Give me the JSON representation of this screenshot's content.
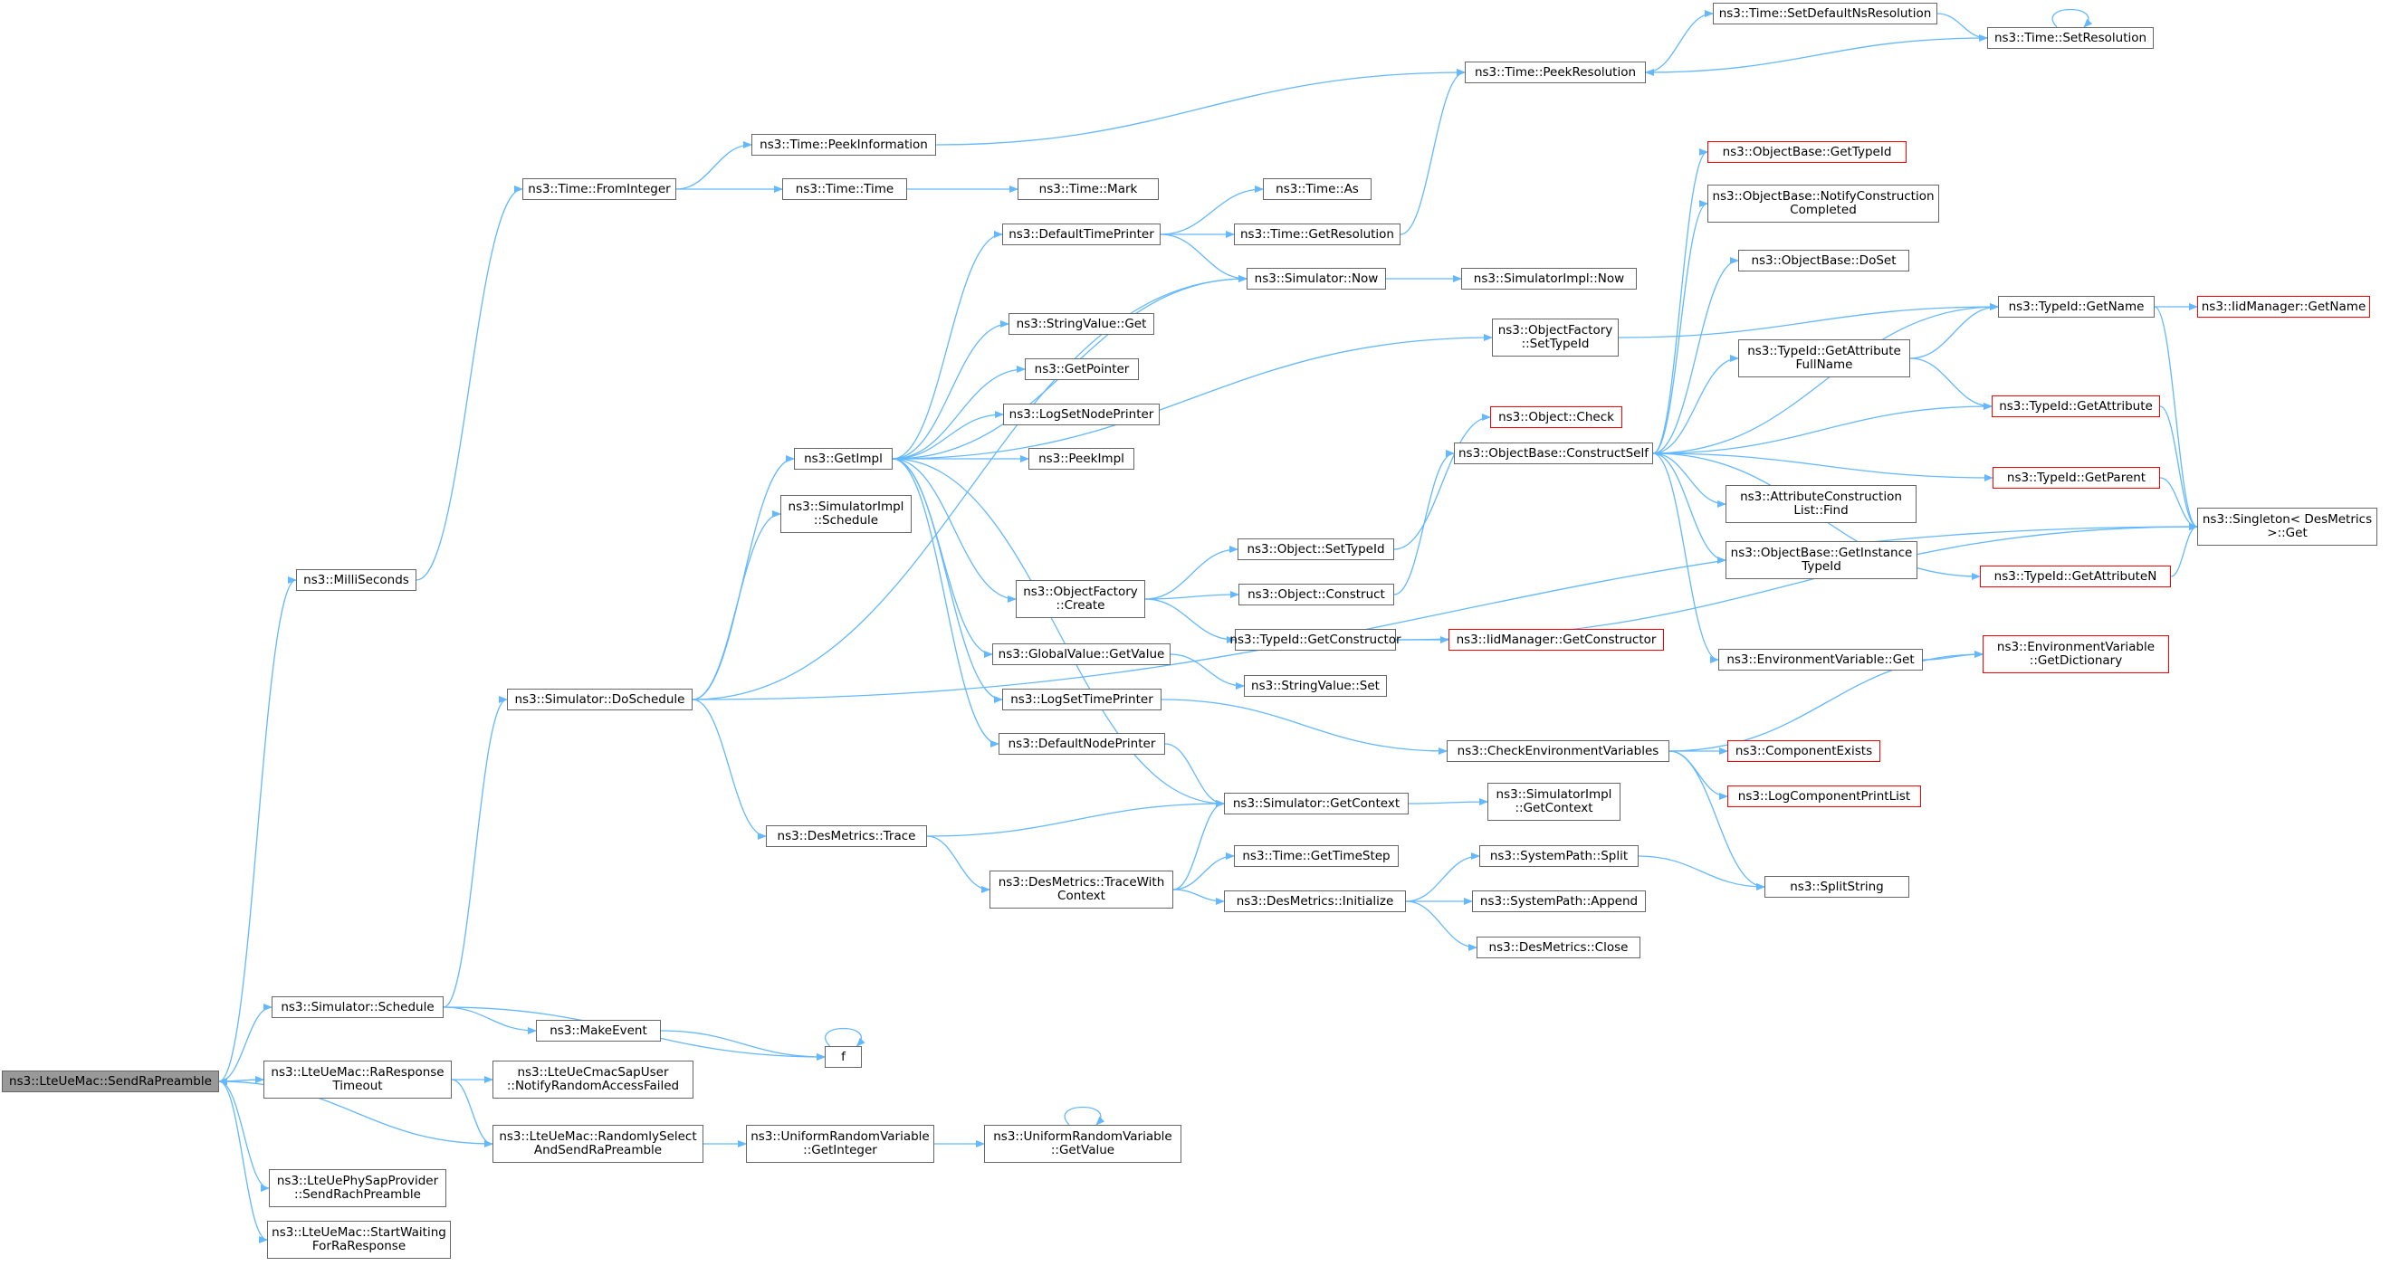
{
  "colors": {
    "edge": "#63b8ff",
    "node_border": "#666666",
    "truncated_border": "#ff0000",
    "root_fill": "#999999"
  },
  "nodes": [
    {
      "id": "sendRaPreamble",
      "lines": [
        "ns3::LteUeMac::SendRaPreamble"
      ],
      "root": true
    },
    {
      "id": "milliSeconds",
      "lines": [
        "ns3::MilliSeconds"
      ]
    },
    {
      "id": "fromInteger",
      "lines": [
        "ns3::Time::FromInteger"
      ]
    },
    {
      "id": "peekInformation",
      "lines": [
        "ns3::Time::PeekInformation"
      ]
    },
    {
      "id": "timeTime",
      "lines": [
        "ns3::Time::Time"
      ]
    },
    {
      "id": "timeMark",
      "lines": [
        "ns3::Time::Mark"
      ]
    },
    {
      "id": "peekResolution",
      "lines": [
        "ns3::Time::PeekResolution"
      ]
    },
    {
      "id": "setDefaultNsRes",
      "lines": [
        "ns3::Time::SetDefaultNsResolution"
      ]
    },
    {
      "id": "setResolution",
      "lines": [
        "ns3::Time::SetResolution"
      ]
    },
    {
      "id": "defaultTimePrinter",
      "lines": [
        "ns3::DefaultTimePrinter"
      ]
    },
    {
      "id": "timeAs",
      "lines": [
        "ns3::Time::As"
      ]
    },
    {
      "id": "getResolution",
      "lines": [
        "ns3::Time::GetResolution"
      ]
    },
    {
      "id": "simulatorNow",
      "lines": [
        "ns3::Simulator::Now"
      ]
    },
    {
      "id": "simImplNow",
      "lines": [
        "ns3::SimulatorImpl::Now"
      ]
    },
    {
      "id": "stringValueGet",
      "lines": [
        "ns3::StringValue::Get"
      ]
    },
    {
      "id": "getPointer",
      "lines": [
        "ns3::GetPointer"
      ]
    },
    {
      "id": "logSetNodePrinter",
      "lines": [
        "ns3::LogSetNodePrinter"
      ]
    },
    {
      "id": "peekImpl",
      "lines": [
        "ns3::PeekImpl"
      ]
    },
    {
      "id": "getImpl",
      "lines": [
        "ns3::GetImpl"
      ]
    },
    {
      "id": "simImplSchedule",
      "lines": [
        "ns3::SimulatorImpl",
        "::Schedule"
      ]
    },
    {
      "id": "objectFactoryCreate",
      "lines": [
        "ns3::ObjectFactory",
        "::Create"
      ]
    },
    {
      "id": "objectSetTypeId",
      "lines": [
        "ns3::Object::SetTypeId"
      ]
    },
    {
      "id": "objectConstruct",
      "lines": [
        "ns3::Object::Construct"
      ]
    },
    {
      "id": "typeIdGetConstructor",
      "lines": [
        "ns3::TypeId::GetConstructor"
      ]
    },
    {
      "id": "iidGetConstructor",
      "lines": [
        "ns3::IidManager::GetConstructor"
      ],
      "truncated": true
    },
    {
      "id": "globalValueGetValue",
      "lines": [
        "ns3::GlobalValue::GetValue"
      ]
    },
    {
      "id": "stringValueSet",
      "lines": [
        "ns3::StringValue::Set"
      ]
    },
    {
      "id": "logSetTimePrinter",
      "lines": [
        "ns3::LogSetTimePrinter"
      ]
    },
    {
      "id": "defaultNodePrinter",
      "lines": [
        "ns3::DefaultNodePrinter"
      ]
    },
    {
      "id": "simDoSchedule",
      "lines": [
        "ns3::Simulator::DoSchedule"
      ]
    },
    {
      "id": "simGetContext",
      "lines": [
        "ns3::Simulator::GetContext"
      ]
    },
    {
      "id": "simImplGetContext",
      "lines": [
        "ns3::SimulatorImpl",
        "::GetContext"
      ]
    },
    {
      "id": "desTrace",
      "lines": [
        "ns3::DesMetrics::Trace"
      ]
    },
    {
      "id": "desTraceWithContext",
      "lines": [
        "ns3::DesMetrics::TraceWith",
        "Context"
      ]
    },
    {
      "id": "timeGetTimeStep",
      "lines": [
        "ns3::Time::GetTimeStep"
      ]
    },
    {
      "id": "desInitialize",
      "lines": [
        "ns3::DesMetrics::Initialize"
      ]
    },
    {
      "id": "sysPathSplit",
      "lines": [
        "ns3::SystemPath::Split"
      ]
    },
    {
      "id": "sysPathAppend",
      "lines": [
        "ns3::SystemPath::Append"
      ]
    },
    {
      "id": "desClose",
      "lines": [
        "ns3::DesMetrics::Close"
      ]
    },
    {
      "id": "splitString",
      "lines": [
        "ns3::SplitString"
      ]
    },
    {
      "id": "objectFactorySetTypeId",
      "lines": [
        "ns3::ObjectFactory",
        "::SetTypeId"
      ]
    },
    {
      "id": "objectCheck",
      "lines": [
        "ns3::Object::Check"
      ],
      "truncated": true
    },
    {
      "id": "constructSelf",
      "lines": [
        "ns3::ObjectBase::ConstructSelf"
      ]
    },
    {
      "id": "objectBaseGetTypeId",
      "lines": [
        "ns3::ObjectBase::GetTypeId"
      ],
      "truncated": true
    },
    {
      "id": "notifyConstruction",
      "lines": [
        "ns3::ObjectBase::NotifyConstruction",
        "Completed"
      ]
    },
    {
      "id": "objectBaseDoSet",
      "lines": [
        "ns3::ObjectBase::DoSet"
      ]
    },
    {
      "id": "getAttributeFullName",
      "lines": [
        "ns3::TypeId::GetAttribute",
        "FullName"
      ]
    },
    {
      "id": "attrConstructionFind",
      "lines": [
        "ns3::AttributeConstruction",
        "List::Find"
      ]
    },
    {
      "id": "getInstanceTypeId",
      "lines": [
        "ns3::ObjectBase::GetInstance",
        "TypeId"
      ]
    },
    {
      "id": "envVarGet",
      "lines": [
        "ns3::EnvironmentVariable::Get"
      ]
    },
    {
      "id": "checkEnvVars",
      "lines": [
        "ns3::CheckEnvironmentVariables"
      ]
    },
    {
      "id": "componentExists",
      "lines": [
        "ns3::ComponentExists"
      ],
      "truncated": true
    },
    {
      "id": "logComponentPrintList",
      "lines": [
        "ns3::LogComponentPrintList"
      ],
      "truncated": true
    },
    {
      "id": "typeIdGetName",
      "lines": [
        "ns3::TypeId::GetName"
      ]
    },
    {
      "id": "iidGetName",
      "lines": [
        "ns3::IidManager::GetName"
      ],
      "truncated": true
    },
    {
      "id": "typeIdGetAttribute",
      "lines": [
        "ns3::TypeId::GetAttribute"
      ],
      "truncated": true
    },
    {
      "id": "typeIdGetParent",
      "lines": [
        "ns3::TypeId::GetParent"
      ],
      "truncated": true
    },
    {
      "id": "typeIdGetAttributeN",
      "lines": [
        "ns3::TypeId::GetAttributeN"
      ],
      "truncated": true
    },
    {
      "id": "envVarGetDictionary",
      "lines": [
        "ns3::EnvironmentVariable",
        "::GetDictionary"
      ],
      "truncated": true
    },
    {
      "id": "singletonGet",
      "lines": [
        "ns3::Singleton< DesMetrics",
        ">::Get"
      ]
    },
    {
      "id": "simSchedule",
      "lines": [
        "ns3::Simulator::Schedule"
      ]
    },
    {
      "id": "makeEvent",
      "lines": [
        "ns3::MakeEvent"
      ]
    },
    {
      "id": "f",
      "lines": [
        "f"
      ]
    },
    {
      "id": "raResponseTimeout",
      "lines": [
        "ns3::LteUeMac::RaResponse",
        "Timeout"
      ]
    },
    {
      "id": "notifyRandomAccessFailed",
      "lines": [
        "ns3::LteUeCmacSapUser",
        "::NotifyRandomAccessFailed"
      ]
    },
    {
      "id": "randomlySelect",
      "lines": [
        "ns3::LteUeMac::RandomlySelect",
        "AndSendRaPreamble"
      ]
    },
    {
      "id": "uniformGetInteger",
      "lines": [
        "ns3::UniformRandomVariable",
        "::GetInteger"
      ]
    },
    {
      "id": "uniformGetValue",
      "lines": [
        "ns3::UniformRandomVariable",
        "::GetValue"
      ]
    },
    {
      "id": "sendRachPreamble",
      "lines": [
        "ns3::LteUePhySapProvider",
        "::SendRachPreamble"
      ]
    },
    {
      "id": "startWaiting",
      "lines": [
        "ns3::LteUeMac::StartWaiting",
        "ForRaResponse"
      ]
    }
  ],
  "edges": [
    [
      "sendRaPreamble",
      "milliSeconds"
    ],
    [
      "sendRaPreamble",
      "simSchedule"
    ],
    [
      "sendRaPreamble",
      "raResponseTimeout"
    ],
    [
      "sendRaPreamble",
      "sendRachPreamble"
    ],
    [
      "sendRaPreamble",
      "startWaiting"
    ],
    [
      "raResponseTimeout",
      "sendRaPreamble"
    ],
    [
      "randomlySelect",
      "sendRaPreamble"
    ],
    [
      "raResponseTimeout",
      "notifyRandomAccessFailed"
    ],
    [
      "raResponseTimeout",
      "randomlySelect"
    ],
    [
      "randomlySelect",
      "uniformGetInteger"
    ],
    [
      "uniformGetInteger",
      "uniformGetValue"
    ],
    [
      "uniformGetValue",
      "uniformGetValue"
    ],
    [
      "simSchedule",
      "simDoSchedule"
    ],
    [
      "simSchedule",
      "makeEvent"
    ],
    [
      "simSchedule",
      "f"
    ],
    [
      "makeEvent",
      "f"
    ],
    [
      "f",
      "f"
    ],
    [
      "milliSeconds",
      "fromInteger"
    ],
    [
      "fromInteger",
      "peekInformation"
    ],
    [
      "fromInteger",
      "timeTime"
    ],
    [
      "timeTime",
      "timeMark"
    ],
    [
      "peekInformation",
      "peekResolution"
    ],
    [
      "peekResolution",
      "setDefaultNsRes"
    ],
    [
      "setDefaultNsRes",
      "setResolution"
    ],
    [
      "setResolution",
      "peekResolution"
    ],
    [
      "setResolution",
      "setResolution"
    ],
    [
      "simDoSchedule",
      "getImpl"
    ],
    [
      "simDoSchedule",
      "simImplSchedule"
    ],
    [
      "simDoSchedule",
      "simulatorNow"
    ],
    [
      "simDoSchedule",
      "desTrace"
    ],
    [
      "simDoSchedule",
      "singletonGet"
    ],
    [
      "getImpl",
      "defaultTimePrinter"
    ],
    [
      "getImpl",
      "simulatorNow"
    ],
    [
      "getImpl",
      "stringValueGet"
    ],
    [
      "getImpl",
      "getPointer"
    ],
    [
      "getImpl",
      "logSetNodePrinter"
    ],
    [
      "getImpl",
      "peekImpl"
    ],
    [
      "getImpl",
      "objectFactoryCreate"
    ],
    [
      "getImpl",
      "globalValueGetValue"
    ],
    [
      "getImpl",
      "logSetTimePrinter"
    ],
    [
      "getImpl",
      "defaultNodePrinter"
    ],
    [
      "getImpl",
      "simGetContext"
    ],
    [
      "getImpl",
      "objectFactorySetTypeId"
    ],
    [
      "defaultTimePrinter",
      "timeAs"
    ],
    [
      "defaultTimePrinter",
      "getResolution"
    ],
    [
      "defaultTimePrinter",
      "simulatorNow"
    ],
    [
      "getResolution",
      "peekResolution"
    ],
    [
      "simulatorNow",
      "simImplNow"
    ],
    [
      "objectFactoryCreate",
      "objectSetTypeId"
    ],
    [
      "objectFactoryCreate",
      "objectConstruct"
    ],
    [
      "objectFactoryCreate",
      "typeIdGetConstructor"
    ],
    [
      "objectSetTypeId",
      "objectCheck"
    ],
    [
      "objectConstruct",
      "constructSelf"
    ],
    [
      "typeIdGetConstructor",
      "iidGetConstructor"
    ],
    [
      "typeIdGetConstructor",
      "singletonGet"
    ],
    [
      "globalValueGetValue",
      "stringValueSet"
    ],
    [
      "logSetTimePrinter",
      "checkEnvVars"
    ],
    [
      "defaultNodePrinter",
      "simGetContext"
    ],
    [
      "desTrace",
      "simGetContext"
    ],
    [
      "desTrace",
      "desTraceWithContext"
    ],
    [
      "simGetContext",
      "simImplGetContext"
    ],
    [
      "desTraceWithContext",
      "simGetContext"
    ],
    [
      "desTraceWithContext",
      "timeGetTimeStep"
    ],
    [
      "desTraceWithContext",
      "desInitialize"
    ],
    [
      "desInitialize",
      "sysPathSplit"
    ],
    [
      "desInitialize",
      "sysPathAppend"
    ],
    [
      "desInitialize",
      "desClose"
    ],
    [
      "sysPathSplit",
      "splitString"
    ],
    [
      "objectFactorySetTypeId",
      "typeIdGetName"
    ],
    [
      "constructSelf",
      "objectBaseGetTypeId"
    ],
    [
      "constructSelf",
      "notifyConstruction"
    ],
    [
      "constructSelf",
      "objectBaseDoSet"
    ],
    [
      "constructSelf",
      "getAttributeFullName"
    ],
    [
      "constructSelf",
      "typeIdGetName"
    ],
    [
      "constructSelf",
      "typeIdGetAttribute"
    ],
    [
      "constructSelf",
      "typeIdGetParent"
    ],
    [
      "constructSelf",
      "attrConstructionFind"
    ],
    [
      "constructSelf",
      "getInstanceTypeId"
    ],
    [
      "constructSelf",
      "typeIdGetAttributeN"
    ],
    [
      "constructSelf",
      "envVarGet"
    ],
    [
      "getAttributeFullName",
      "typeIdGetName"
    ],
    [
      "getAttributeFullName",
      "typeIdGetAttribute"
    ],
    [
      "typeIdGetName",
      "iidGetName"
    ],
    [
      "typeIdGetName",
      "singletonGet"
    ],
    [
      "typeIdGetAttribute",
      "singletonGet"
    ],
    [
      "typeIdGetParent",
      "singletonGet"
    ],
    [
      "typeIdGetAttributeN",
      "singletonGet"
    ],
    [
      "envVarGet",
      "envVarGetDictionary"
    ],
    [
      "checkEnvVars",
      "componentExists"
    ],
    [
      "checkEnvVars",
      "logComponentPrintList"
    ],
    [
      "checkEnvVars",
      "splitString"
    ],
    [
      "checkEnvVars",
      "envVarGetDictionary"
    ]
  ]
}
